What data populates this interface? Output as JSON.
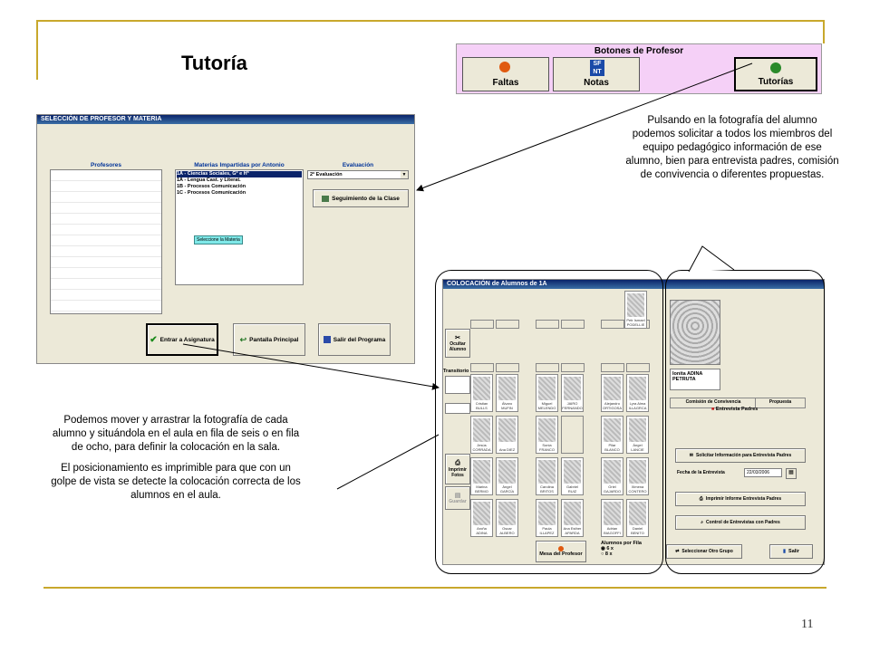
{
  "slide": {
    "title": "Tutoría",
    "page_number": "11",
    "note_right": "Pulsando en la fotografía del alumno podemos solicitar a todos los miembros del equipo pedagógico información de ese alumno, bien para entrevista padres, comisión de convivencia o diferentes propuestas.",
    "note_left_1": "Podemos mover y arrastrar la fotografía de cada alumno y situándola en el aula en fila de seis o en fila de ocho, para definir la colocación en la sala.",
    "note_left_2": "El posicionamiento es imprimible para que con un golpe de vista se detecte la colocación correcta de los alumnos en el aula."
  },
  "professor_buttons": {
    "header": "Botones de Profesor",
    "faltas": "Faltas",
    "notas": "Notas",
    "notas_icon_text": "SF\nNT",
    "tutorias": "Tutorías"
  },
  "selection_window": {
    "title": "SELECCIÓN DE PROFESOR Y MATERIA",
    "col_profesores": "Profesores",
    "col_materias": "Materias Impartidas por Antonio",
    "col_evaluacion": "Evaluación",
    "materias": [
      "1A - Ciencias Sociales, Gª e Hª",
      "1A - Lengua Cast. y Literat.",
      "1B - Procesos Comunicación",
      "1C - Procesos Comunicación"
    ],
    "evaluacion_value": "2ª Evaluación",
    "seguimiento": "Seguimiento de la Clase",
    "tooltip": "Seleccione la Materia",
    "btn_entrar": "Entrar a Asignatura",
    "btn_pantalla": "Pantalla Principal",
    "btn_salir": "Salir del Programa"
  },
  "colocacion_window": {
    "title": "COLOCACIÓN de Alumnos de 1A",
    "ocultar": "Ocultar Alumno",
    "transitorio": "Transitorio",
    "imprimir": "Imprimir Fotos",
    "guardar": "Guardar",
    "mesa": "Mesa del Profesor",
    "alumnos_fila": "Alumnos por Fila",
    "opt6": "6 x",
    "opt8": "8 x",
    "top_student": "Petr Ismael PODELLIE",
    "students_row1": [
      "Cristian BULLS",
      "Álvaro MUFIN",
      "Miguel MELENDO",
      "JAIRO FERNANDO",
      "Alejandro ORTIGOSA",
      "Lyra Alma ILLAGRCA"
    ],
    "students_row2": [
      "Jesús CORRADA",
      "Ana DIEZ",
      "Sonia FRANCO",
      "",
      "Pilar BLANCO",
      "Ángel LANCIE"
    ],
    "students_row3": [
      "Marina BERMO",
      "Ángel GARCÍA",
      "Carolina BRITOS",
      "Gabriel RUIZ",
      "Oriel GAJARDO",
      "Ximena CONTERO"
    ],
    "students_row4": [
      "Aroña ADINA",
      "Oscar ALBERO",
      "Paula ILLAPEZ",
      "Ana Esther APARDA",
      "Adrian BIAGOFFI",
      "Daniel BENITO"
    ],
    "student_name": "Ionita ADINA PETRUTA",
    "tab_comision": "Comisión de Convivencia",
    "tab_propuesta": "Propuesta",
    "entrevista_padres": "Entrevista Padres",
    "btn_solicitar": "Solicitar Información para Entrevista Padres",
    "fecha_label": "Fecha de la Entrevista",
    "fecha_value": "22/03/2006",
    "btn_imprimir_informe": "Imprimir Informe Entrevista Padres",
    "btn_control": "Control de Entrevistas con Padres",
    "btn_otro_grupo": "Seleccionar Otro Grupo",
    "btn_salir": "Salir"
  },
  "colors": {
    "accent_line": "#c8a82c",
    "window_title": "#0a246a",
    "strip_bg": "#f5d0f7"
  }
}
